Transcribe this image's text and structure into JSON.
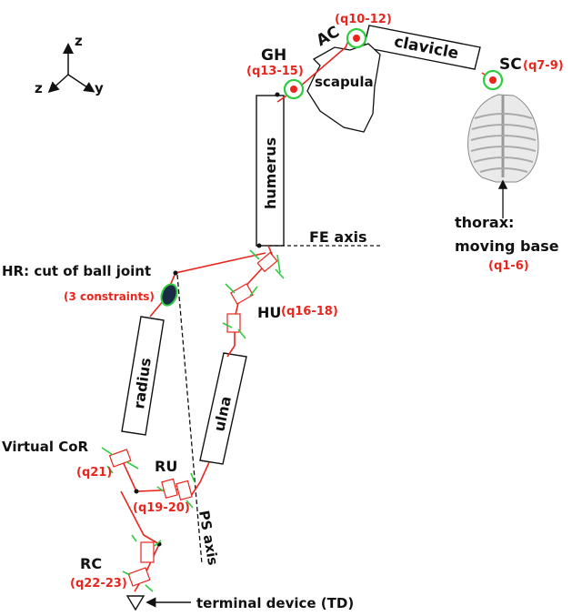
{
  "axes": {
    "z_up": "z",
    "z_out": "z",
    "y": "y"
  },
  "labels": {
    "ac": "AC",
    "ac_q": "(q10-12)",
    "clavicle": "clavicle",
    "gh": "GH",
    "gh_q": "(q13-15)",
    "scapula": "scapula",
    "sc": "SC",
    "sc_q": "(q7-9)",
    "humerus": "humerus",
    "fe_axis": "FE axis",
    "thorax_line1": "thorax:",
    "thorax_line2": "moving base",
    "thorax_q": "(q1-6)",
    "hr": "HR: cut of ball joint",
    "hr_q": "(3 constraints)",
    "hu": "HU",
    "hu_q": "(q16-18)",
    "radius": "radius",
    "ulna": "ulna",
    "virtual_cor": "Virtual CoR",
    "virtual_cor_q": "(q21)",
    "ru": "RU",
    "ru_q": "(q19-20)",
    "ps_axis": "PS axis",
    "rc": "RC",
    "rc_q": "(q22-23)",
    "td": "terminal device (TD)"
  },
  "colors": {
    "chain": "#e8261e",
    "joint_marker": "#2ecc40",
    "ink": "#111111"
  }
}
